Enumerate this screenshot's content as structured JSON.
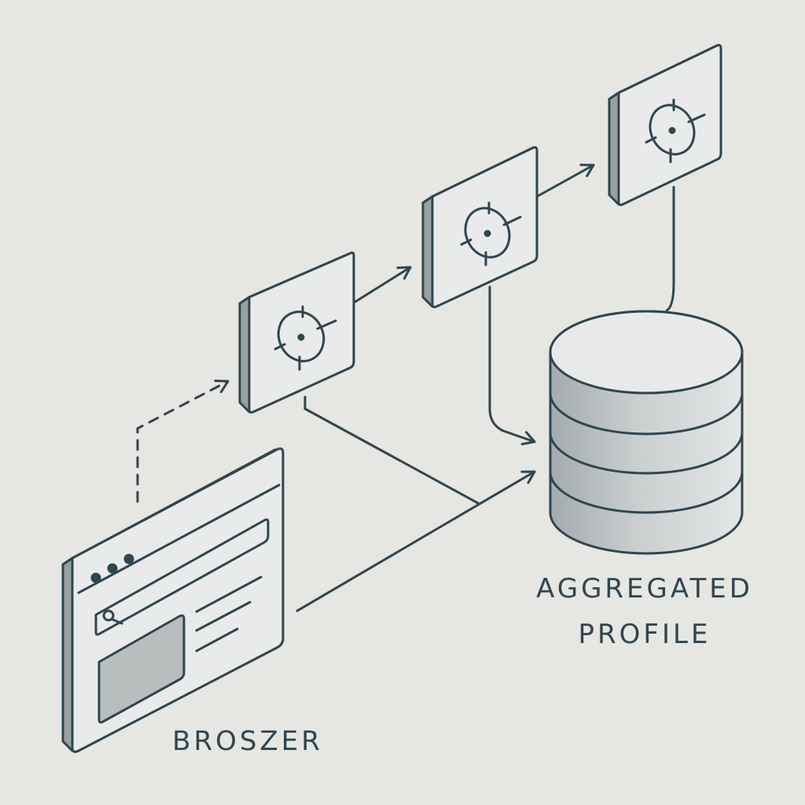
{
  "labels": {
    "browser": "BROSZER",
    "database_line1": "AGGREGATED",
    "database_line2": "PROFILE"
  },
  "colors": {
    "background": "#e6e6e2",
    "stroke": "#2f4650",
    "face": "#e9ebea",
    "side": "#9aa1a2",
    "panel": "#b8bdbe"
  },
  "icons": {
    "browser": "browser-window-icon",
    "search": "search-icon",
    "tracker": "crosshair-icon",
    "database": "database-cylinder-icon"
  }
}
